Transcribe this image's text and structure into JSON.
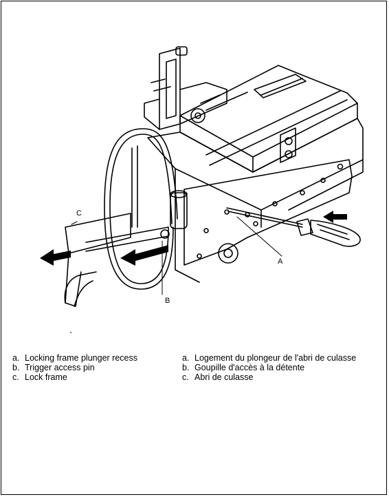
{
  "callouts": {
    "a": "A",
    "b": "B",
    "c": "C"
  },
  "legend_en": [
    {
      "letter": "a.",
      "text": "Locking frame plunger recess"
    },
    {
      "letter": "b.",
      "text": "Trigger access pin"
    },
    {
      "letter": "c.",
      "text": "Lock frame"
    }
  ],
  "legend_fr": [
    {
      "letter": "a.",
      "text": "Logement du plongeur de l'abri de culasse"
    },
    {
      "letter": "b.",
      "text": "Goupille d'accès à la détente"
    },
    {
      "letter": "c.",
      "text": "Abri de culasse"
    }
  ]
}
